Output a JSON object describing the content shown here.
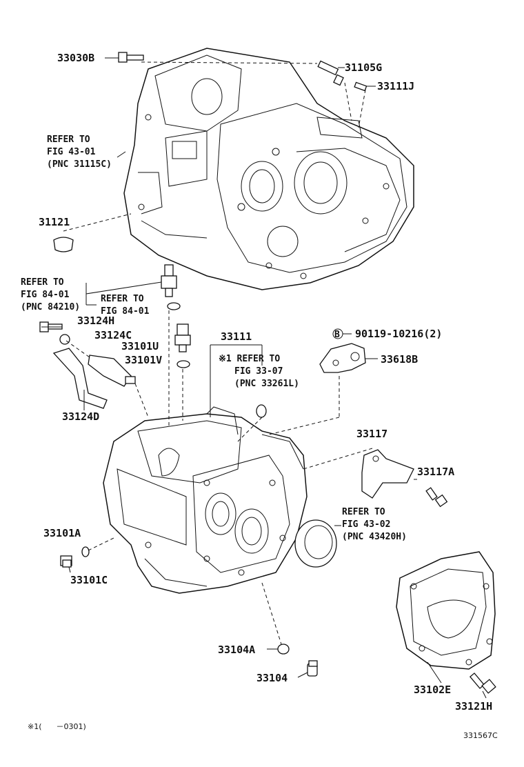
{
  "labels": {
    "p33030B": "33030B",
    "p31105G": "31105G",
    "p33111J": "33111J",
    "refer_43_01": [
      "REFER TO",
      "FIG 43-01",
      "(PNC 31115C)"
    ],
    "p31121": "31121",
    "refer_84_01a": [
      "REFER TO",
      "FIG 84-01",
      "(PNC 84210)"
    ],
    "refer_84_01b": [
      "REFER TO",
      "FIG 84-01"
    ],
    "p33124H": "33124H",
    "p33124C": "33124C",
    "p33101U": "33101U",
    "p33101V": "33101V",
    "p33124D": "33124D",
    "p33111": "33111",
    "refer_33_07": [
      "※1 REFER TO",
      "FIG 33-07",
      "(PNC 33261L)"
    ],
    "p90119": "90119-10216(2)",
    "bolt_symbol": "B",
    "p33618B": "33618B",
    "p33117": "33117",
    "p33117A": "33117A",
    "refer_43_02": [
      "REFER TO",
      "FIG 43-02",
      "(PNC 43420H)"
    ],
    "p33101A": "33101A",
    "p33101C": "33101C",
    "p33104A": "33104A",
    "p33104": "33104",
    "p33102E": "33102E",
    "p33121H": "33121H"
  },
  "footnote": "※1(      －0301)",
  "figure_id": "331567C"
}
